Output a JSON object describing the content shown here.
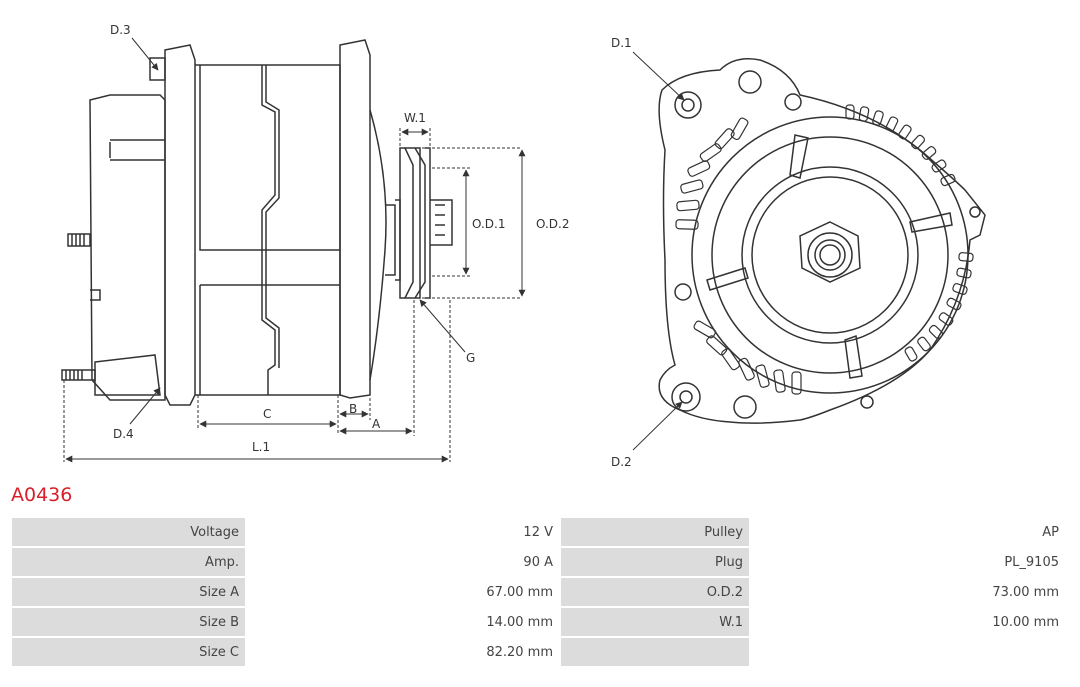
{
  "product": {
    "code": "A0436",
    "title_color": "#d8202a"
  },
  "drawing_labels": {
    "d3": "D.3",
    "d4": "D.4",
    "w1": "W.1",
    "od1": "O.D.1",
    "od2": "O.D.2",
    "g": "G",
    "b": "B",
    "a": "A",
    "c": "C",
    "l1": "L.1",
    "d1": "D.1",
    "d2": "D.2"
  },
  "specs": [
    {
      "left_label": "Voltage",
      "left_value": "12 V",
      "right_label": "Pulley",
      "right_value": "AP"
    },
    {
      "left_label": "Amp.",
      "left_value": "90 A",
      "right_label": "Plug",
      "right_value": "PL_9105"
    },
    {
      "left_label": "Size A",
      "left_value": "67.00 mm",
      "right_label": "O.D.2",
      "right_value": "73.00 mm"
    },
    {
      "left_label": "Size B",
      "left_value": "14.00 mm",
      "right_label": "W.1",
      "right_value": "10.00 mm"
    },
    {
      "left_label": "Size C",
      "left_value": "82.20 mm",
      "right_label": "",
      "right_value": ""
    }
  ]
}
